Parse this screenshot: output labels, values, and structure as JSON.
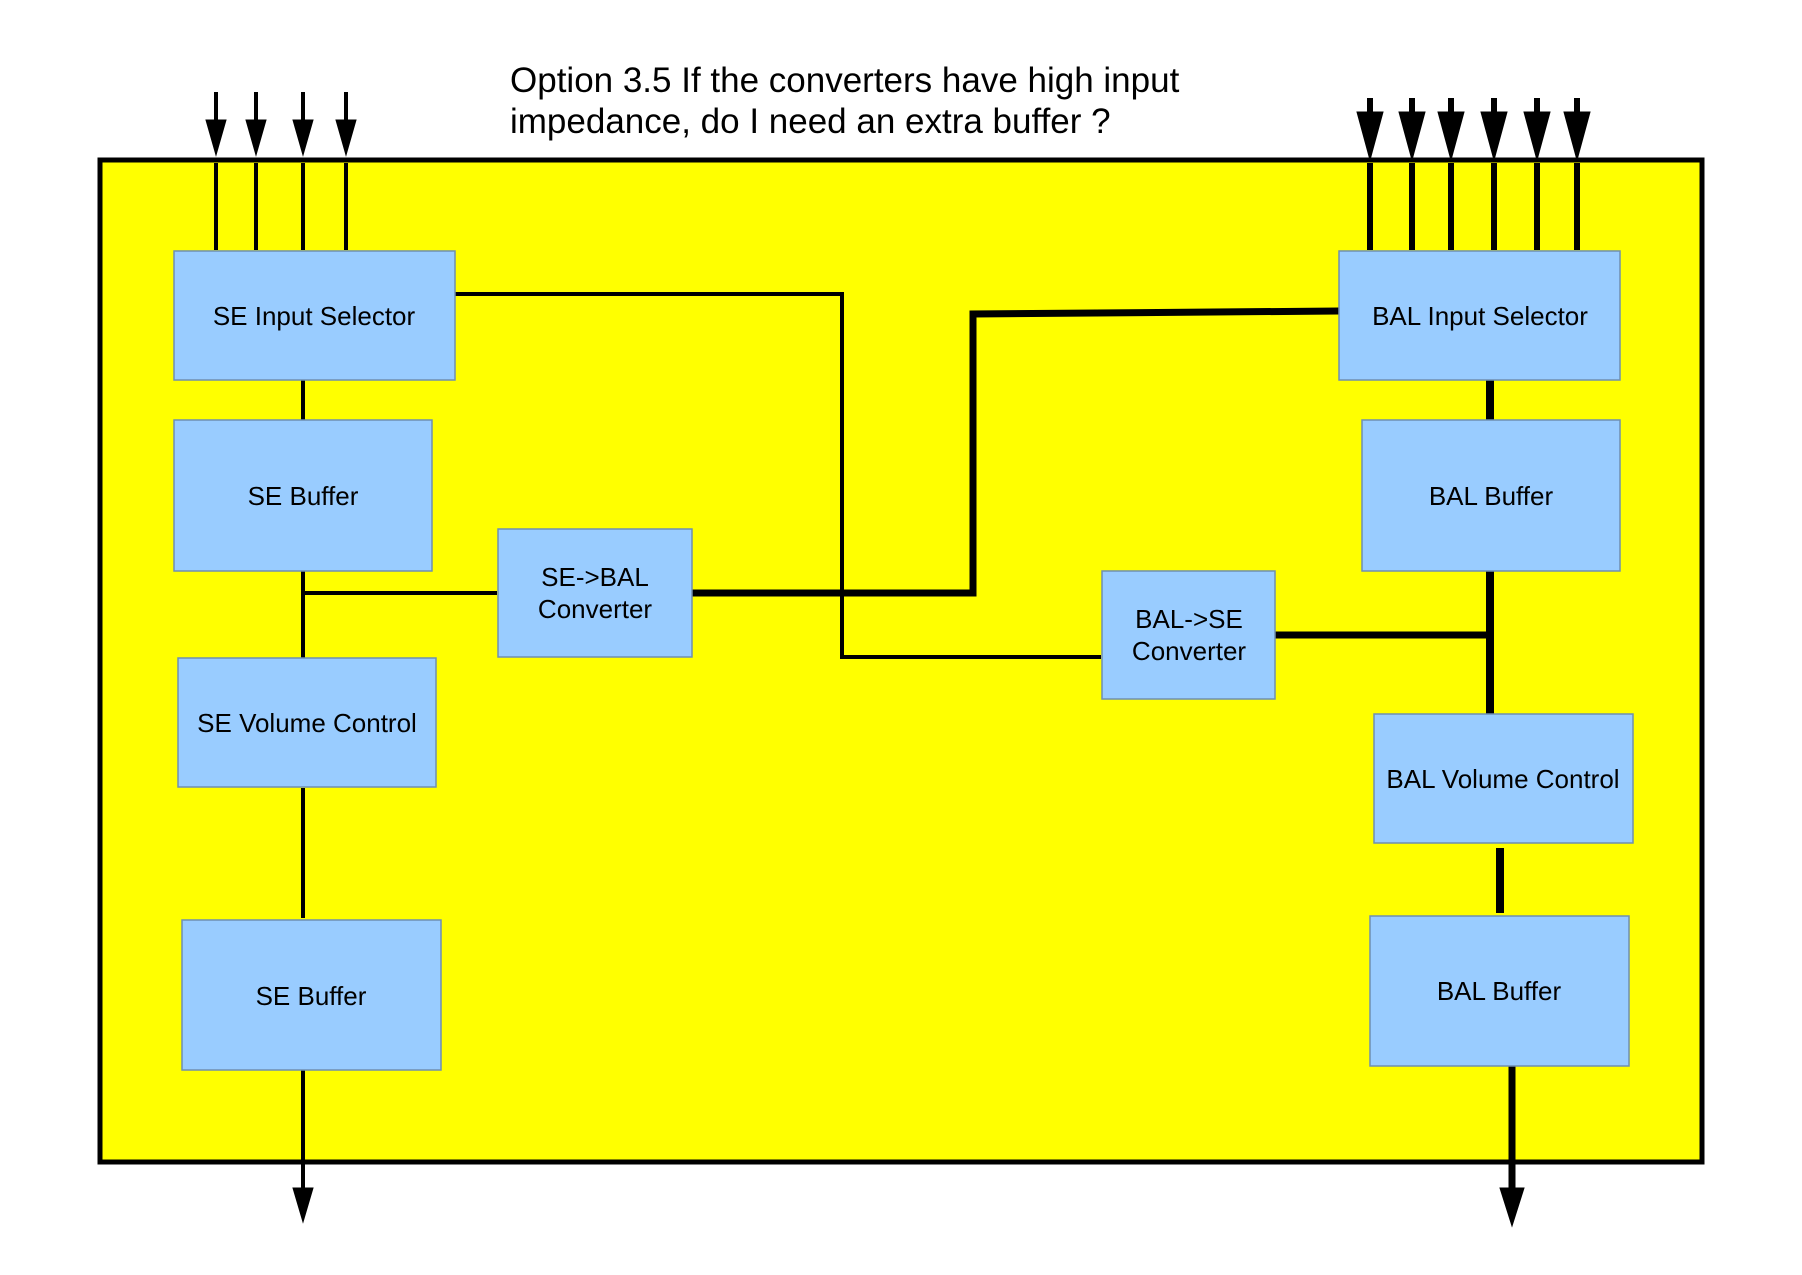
{
  "title": {
    "line1": "Option 3.5 If the converters have high input",
    "line2": "impedance, do I need an extra buffer ?"
  },
  "colors": {
    "panel": "#ffff00",
    "block": "#99ccff",
    "line": "#000000"
  },
  "blocks": {
    "se_input_selector": [
      "SE Input Selector"
    ],
    "se_buffer_top": [
      "SE Buffer"
    ],
    "se_bal_converter": [
      "SE->BAL",
      "Converter"
    ],
    "se_volume_control": [
      "SE Volume Control"
    ],
    "se_buffer_bottom": [
      "SE Buffer"
    ],
    "bal_input_selector": [
      "BAL Input Selector"
    ],
    "bal_buffer_top": [
      "BAL Buffer"
    ],
    "bal_se_converter": [
      "BAL->SE",
      "Converter"
    ],
    "bal_volume_control": [
      "BAL Volume Control"
    ],
    "bal_buffer_bottom": [
      "BAL Buffer"
    ]
  }
}
